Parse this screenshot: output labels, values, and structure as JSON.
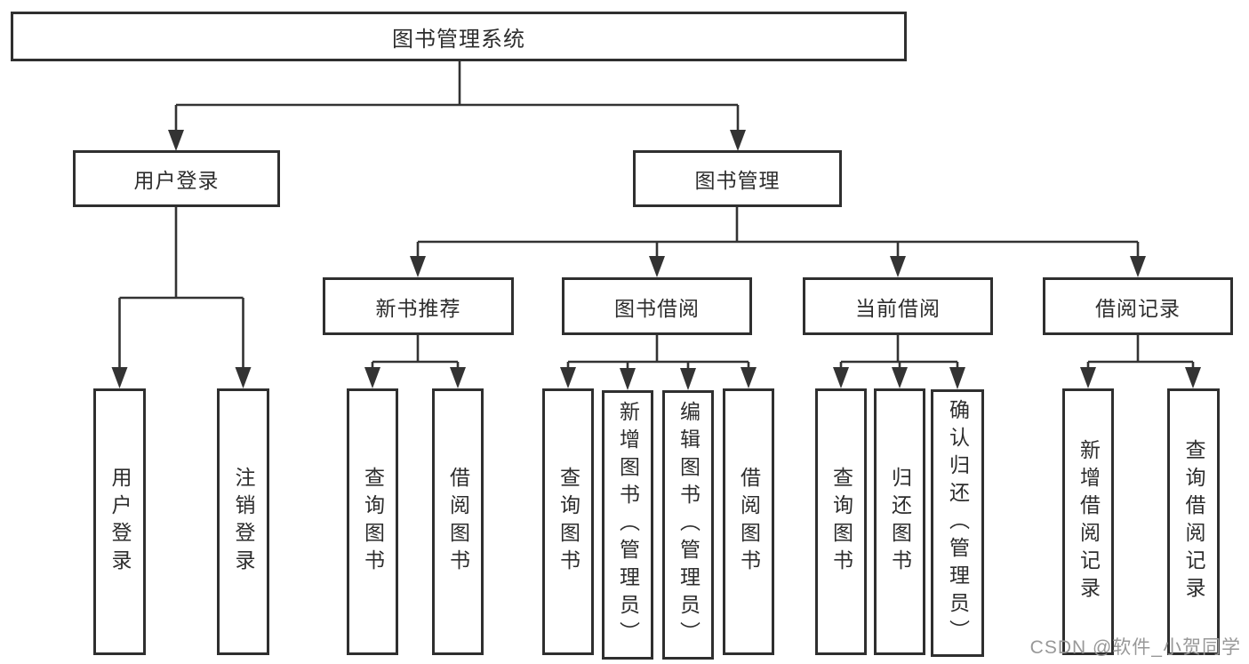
{
  "diagram": {
    "root": {
      "label": "图书管理系统"
    },
    "user_login_branch": {
      "label": "用户登录",
      "children": [
        {
          "label": "用户登录"
        },
        {
          "label": "注销登录"
        }
      ]
    },
    "book_mgmt_branch": {
      "label": "图书管理",
      "children": [
        {
          "label": "新书推荐",
          "children": [
            {
              "label": "查询图书"
            },
            {
              "label": "借阅图书"
            }
          ]
        },
        {
          "label": "图书借阅",
          "children": [
            {
              "label": "查询图书"
            },
            {
              "label": "新增图书（管理员）"
            },
            {
              "label": "编辑图书（管理员）"
            },
            {
              "label": "借阅图书"
            }
          ]
        },
        {
          "label": "当前借阅",
          "children": [
            {
              "label": "查询图书"
            },
            {
              "label": "归还图书"
            },
            {
              "label": "确认归还（管理员）"
            }
          ]
        },
        {
          "label": "借阅记录",
          "children": [
            {
              "label": "新增借阅记录"
            },
            {
              "label": "查询借阅记录"
            }
          ]
        }
      ]
    },
    "watermark": "CSDN @软件_小贺同学"
  },
  "colors": {
    "line": "#333333",
    "box_border": "#2f2f2f",
    "box_fill": "#ffffff",
    "text": "#2d2d2d",
    "watermark": "#989898"
  }
}
